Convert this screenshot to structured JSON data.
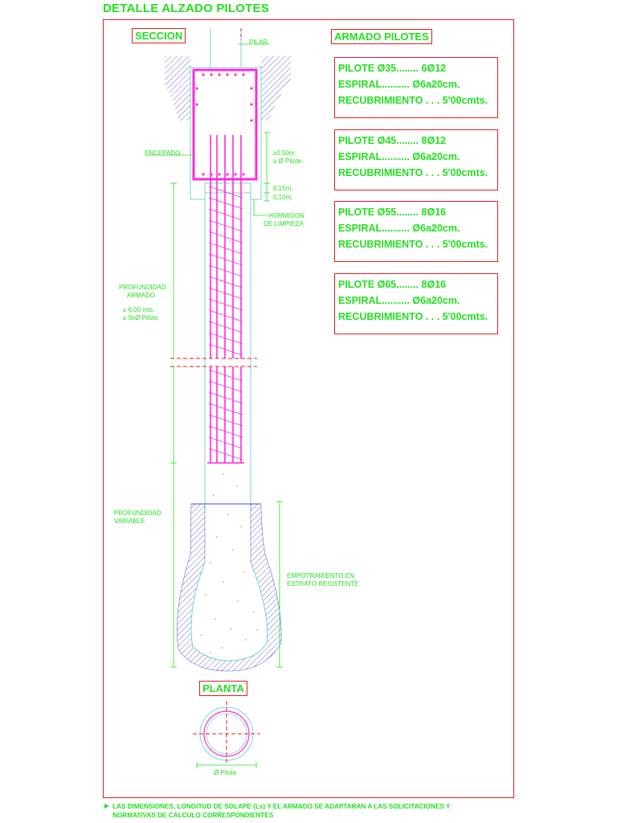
{
  "title": "DETALLE ALZADO PILOTES",
  "seccion_label": "SECCION",
  "armado_label": "ARMADO PILOTES",
  "planta_label": "PLANTA",
  "pilotes": [
    {
      "name": "PILOTE Ø35",
      "bars": "6Ø12",
      "espiral_label": "ESPIRAL",
      "espiral": "Ø6a20cm.",
      "recub_label": "RECUBRIMIENTO",
      "recub": "5'00cmts."
    },
    {
      "name": "PILOTE Ø45",
      "bars": "8Ø12",
      "espiral_label": "ESPIRAL",
      "espiral": "Ø6a20cm.",
      "recub_label": "RECUBRIMIENTO",
      "recub": "5'00cmts."
    },
    {
      "name": "PILOTE Ø55",
      "bars": "8Ø16",
      "espiral_label": "ESPIRAL",
      "espiral": "Ø6a20cm.",
      "recub_label": "RECUBRIMIENTO",
      "recub": "5'00cmts."
    },
    {
      "name": "PILOTE Ø65",
      "bars": "8Ø16",
      "espiral_label": "ESPIRAL",
      "espiral": "Ø6a20cm.",
      "recub_label": "RECUBRIMIENTO",
      "recub": "5'00cmts."
    }
  ],
  "labels": {
    "pilar": "PILAR",
    "encepado": "ENCEPADO",
    "dim_050": "≥0,50m.",
    "dim_050_b": "≥ Ø Pilote.",
    "dim_015": "0,15m.",
    "dim_010": "0,10m.",
    "hormigon": "HORMIGON",
    "limpieza": "DE LIMPIEZA",
    "prof_armado_1": "PROFUNDIDAD",
    "prof_armado_2": "ARMADO",
    "prof_armado_3": "≥ 6,00 mts.",
    "prof_armado_4": "≥ 9xØ Pilote.",
    "prof_var_1": "PROFUNDIDAD",
    "prof_var_2": "VARIABLE",
    "empotr_1": "EMPOTRAMIENTO EN",
    "empotr_2": "ESTRATO RESISTENTE",
    "diam_pilote": "Ø Pilote"
  },
  "note": {
    "line1": "LAS DIMENSIONES, LONGITUD DE SOLAPE (Ls) Y EL ARMADO SE ADAPTARAN A LAS SOLICITACIONES Y",
    "line2": "NORMATIVAS DE CALCULO CORRESPONDIENTES"
  },
  "colors": {
    "green": "#22e01e",
    "red": "#e81d1d",
    "magenta": "#ff2bd6",
    "cyan": "#7fd3d3",
    "hatch": "#6b6bd6"
  }
}
